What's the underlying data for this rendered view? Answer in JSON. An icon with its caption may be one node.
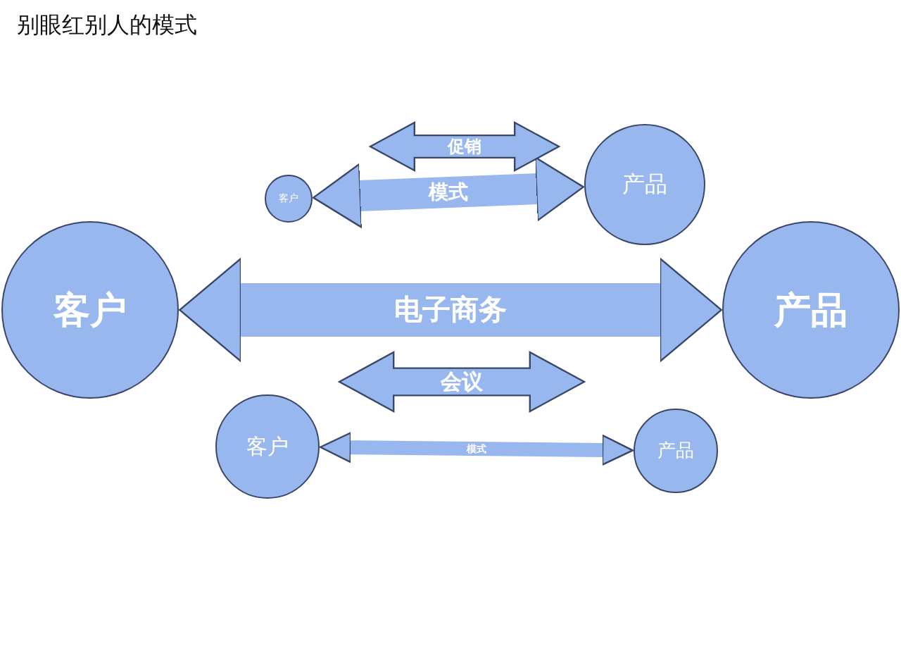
{
  "diagram": {
    "title": "别眼红别人的模式",
    "nodes": [
      {
        "text": [
          "促销"
        ]
      },
      {
        "text": [
          "客户"
        ]
      },
      {
        "text": [
          "产品"
        ]
      },
      {
        "text": [
          "客户"
        ]
      },
      {
        "text": [
          "产品"
        ]
      },
      {
        "text": [
          "会议"
        ]
      },
      {
        "text": [
          "客户"
        ]
      },
      {
        "text": [
          "产品"
        ]
      }
    ],
    "edges": [
      {
        "from": 1,
        "to": 2,
        "arrow": "both",
        "label": "模式"
      },
      {
        "from": 3,
        "to": 4,
        "arrow": "both",
        "label": "电子商务"
      },
      {
        "from": 6,
        "to": 7,
        "arrow": "both",
        "label": "模式"
      }
    ]
  }
}
